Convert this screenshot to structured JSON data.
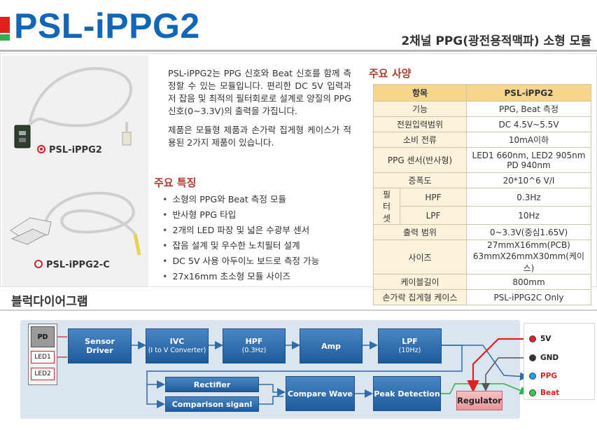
{
  "header": {
    "title": "PSL-iPPG2",
    "subtitle": "2채널 PPG(광전용적맥파) 소형 모듈"
  },
  "products": [
    {
      "label": "PSL-iPPG2"
    },
    {
      "label": "PSL-iPPG2-C"
    }
  ],
  "description": [
    "PSL-iPPG2는 PPG 신호와 Beat 신호를 함께 측정할 수 있는 모듈입니다. 편리한 DC 5V 입력과 저 잡음 및 최적의 필터회로로 설계로 양질의 PPG 신호(0~3.3V)의 출력을 가집니다.",
    "제품은 모듈형 제품과 손가락 집게형 케이스가 적용된 2가지 제품이 있습니다."
  ],
  "features": {
    "title": "주요 특징",
    "items": [
      "소형의 PPG와 Beat 측정 모듈",
      "반사형 PPG 타입",
      "2개의 LED 파장 및 넓은 수광부 센서",
      "잡음 설계 및 우수한 노치필터 설계",
      "DC 5V 사용 아두이노 보드로 측정 가능",
      "27x16mm 초소형 모듈 사이즈"
    ]
  },
  "spec": {
    "title": "주요 사양",
    "head_key": "항목",
    "head_value": "PSL-iPPG2",
    "rows": [
      {
        "k": "기능",
        "v": "PPG, Beat 측정"
      },
      {
        "k": "전원입력범위",
        "v": "DC 4.5V~5.5V"
      },
      {
        "k": "소비 전류",
        "v": "10mA이하"
      },
      {
        "k": "PPG 센서(반사형)",
        "v": "LED1 660nm, LED2 905nm",
        "v2": "PD 940nm"
      },
      {
        "k": "증폭도",
        "v": "20*10^6 V/I"
      },
      {
        "k": "출력 범위",
        "v": "0~3.3V(중심1.65V)"
      },
      {
        "k": "사이즈",
        "v": "27mmX16mm(PCB)",
        "v2": "63mmX26mmX30mm(케이스)"
      },
      {
        "k": "케이블길이",
        "v": "800mm"
      },
      {
        "k": "손가락 집게형 케이스",
        "v": "PSL-iPPG2C Only"
      }
    ],
    "filter_group": "필터셋",
    "filter_group_chars": [
      "필",
      "터",
      "셋"
    ],
    "filter_rows": [
      {
        "k": "HPF",
        "v": "0.3Hz"
      },
      {
        "k": "LPF",
        "v": "10Hz"
      }
    ]
  },
  "diagram": {
    "title": "블럭다이어그램",
    "sensor": {
      "pd": "PD",
      "led1": "LED1",
      "led2": "LED2"
    },
    "blocks": {
      "sensor_driver": [
        "Sensor",
        "Driver"
      ],
      "ivc": "IVC",
      "ivc_sub": "(I to V Converter)",
      "hpf": "HPF",
      "hpf_sub": "(0.3Hz)",
      "amp": "Amp",
      "lpf": "LPF",
      "lpf_sub": "(10Hz)",
      "rectifier": "Rectifier",
      "comparison": "Comparison siganl",
      "compare_wave": "Compare Wave",
      "peak_detection": "Peak Detection",
      "regulator": "Regulator"
    },
    "pins": [
      {
        "label": "5V",
        "color": "#e02020",
        "text_color": "#222222"
      },
      {
        "label": "GND",
        "color": "#333333",
        "text_color": "#222222"
      },
      {
        "label": "PPG",
        "color": "#1ea1e8",
        "text_color": "#e02020"
      },
      {
        "label": "Beat",
        "color": "#3cc84a",
        "text_color": "#e02020"
      }
    ]
  }
}
